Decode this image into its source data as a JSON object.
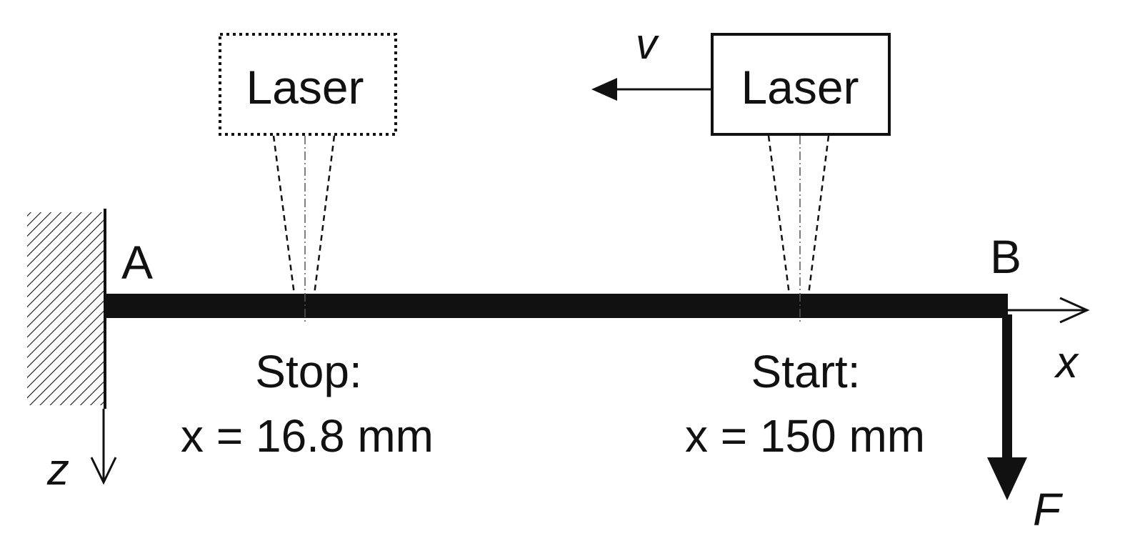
{
  "lasers": {
    "stop_label": "Laser",
    "start_label": "Laser"
  },
  "velocity": {
    "label": "v"
  },
  "points": {
    "a": "A",
    "b": "B"
  },
  "stop": {
    "title": "Stop:",
    "value": "x = 16.8 mm"
  },
  "start": {
    "title": "Start:",
    "value": "x = 150 mm"
  },
  "axes": {
    "x": "x",
    "z": "z"
  },
  "force": {
    "label": "F"
  },
  "colors": {
    "ink": "#111111",
    "background": "#ffffff"
  }
}
